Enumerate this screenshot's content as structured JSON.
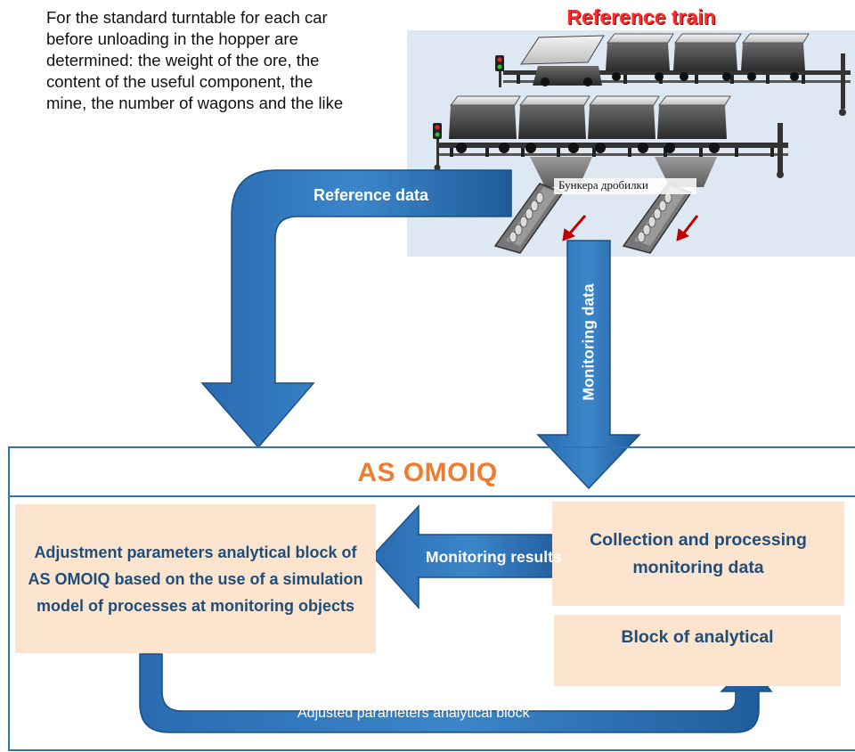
{
  "intro_text": "For the standard turntable for each car\nbefore unloading in the hopper are\ndetermined: the weight of the ore, the\ncontent of the useful component, the\nmine, the number of wagons and the like",
  "train_title": "Reference train",
  "bunker_label": "Бункера дробилки",
  "arrows": {
    "reference_data": "Reference data",
    "monitoring_data": "Monitoring data",
    "monitoring_results": "Monitoring results",
    "adjusted_parameters": "Adjusted parameters analytical block"
  },
  "system": {
    "title": "AS OMOIQ",
    "adjust_block": "Adjustment parameters analytical block of AS OMOIQ based on the use of a simulation model of processes at monitoring objects",
    "collect_block": "Collection and processing monitoring data",
    "analytical_block": "Block of analytical"
  },
  "colors": {
    "arrow_blue": "#2e75b6",
    "arrow_dark": "#1b4f86",
    "block_fill": "#fce4cf",
    "block_text": "#1f4e79",
    "title_orange": "#ed7d31",
    "train_title_red": "#ff2a2a",
    "scene_bg": "#dde8f3"
  }
}
